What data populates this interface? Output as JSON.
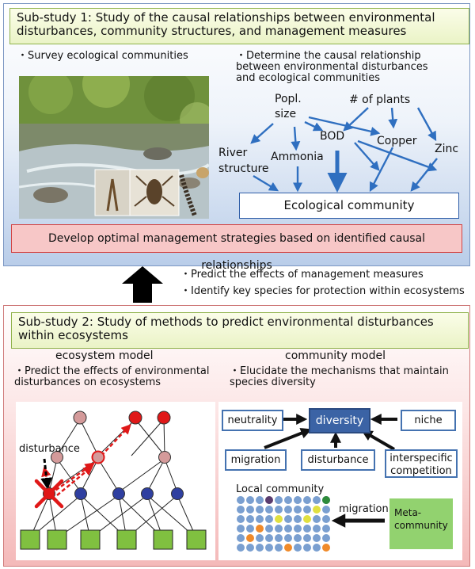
{
  "substudy1": {
    "title": "Sub-study 1: Study of the causal relationships between environmental disturbances, community structures, and management measures",
    "bullet_survey": "・Survey ecological communities",
    "bullet_determine": "・Determine the causal relationship\nbetween environmental disturbances\nand ecological communities",
    "nodes": {
      "popl_size": "Popl.\nsize",
      "num_plants": "# of plants",
      "bod": "BOD",
      "copper": "Copper",
      "zinc": "Zinc",
      "river_structure": "River\nstructure",
      "ammonia": "Ammonia"
    },
    "ecological_community": "Ecological community",
    "strategy": "Develop optimal management strategies based on identified causal relationships"
  },
  "middle": {
    "bullet1": "・Predict the effects of management measures",
    "bullet2": "・Identify key species for protection within ecosystems"
  },
  "substudy2": {
    "title": "Sub-study 2: Study of methods to predict environmental disturbances within ecosystems",
    "ecosystem_model": {
      "heading": "ecosystem model",
      "bullet": "・Predict the effects of environmental\ndisturbances on ecosystems",
      "disturbance_label": "disturbance"
    },
    "community_model": {
      "heading": "community model",
      "bullet": "・Elucidate the mechanisms that maintain\nspecies diversity",
      "boxes": {
        "neutrality": "neutrality",
        "diversity": "diversity",
        "niche": "niche",
        "migration": "migration",
        "disturbance": "disturbance",
        "interspecific": "interspecific\ncompetition"
      },
      "local_community": "Local community",
      "migration_arrow": "migration",
      "meta_community": "Meta-\ncommunity"
    }
  },
  "colors": {
    "blue": "#2f5ea8",
    "red": "#d24444",
    "green": "#92d26f"
  }
}
